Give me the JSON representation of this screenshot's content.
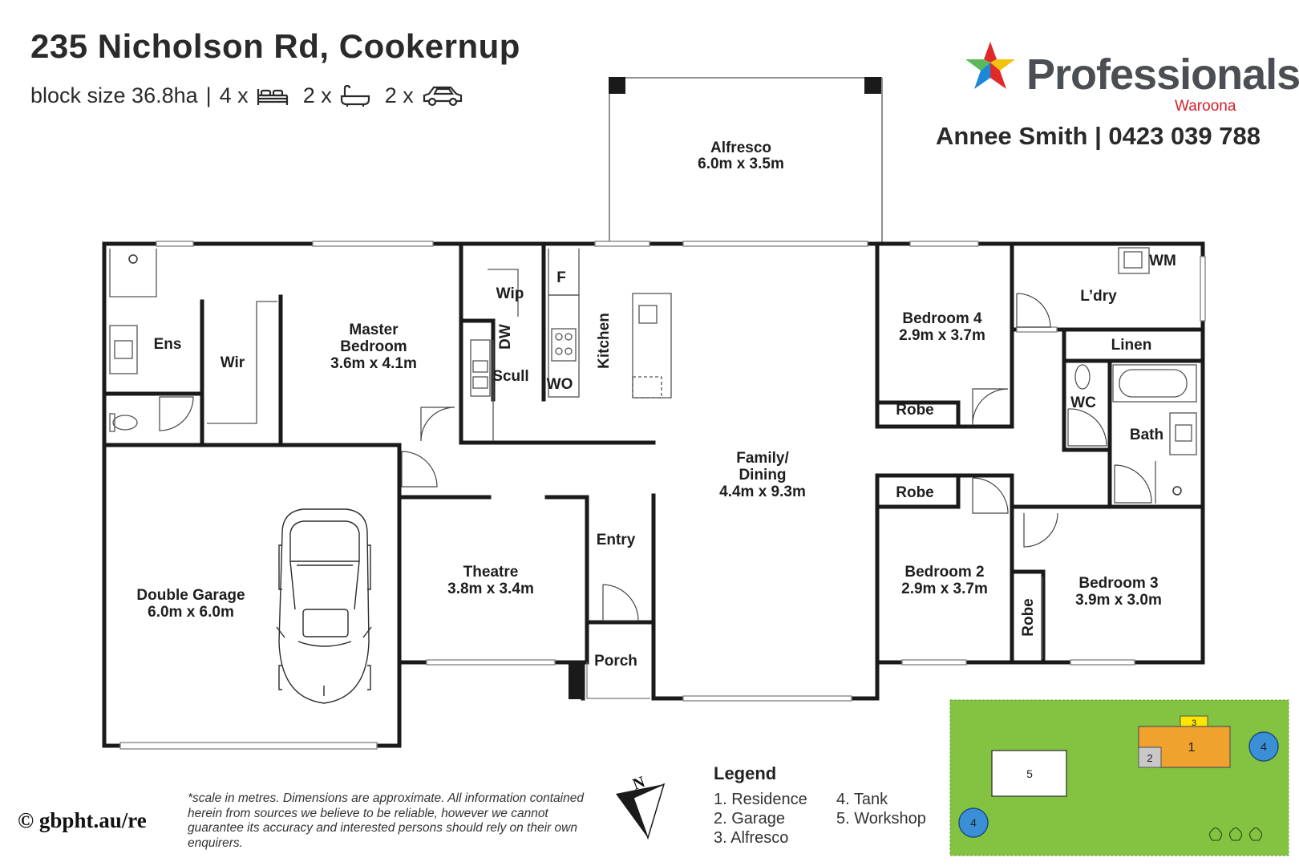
{
  "header": {
    "address": "235 Nicholson Rd, Cookernup",
    "block_prefix": "block size 36.8ha",
    "separator": "|",
    "beds": "4 x",
    "baths": "2 x",
    "cars": "2 x",
    "icons": [
      "bed-icon",
      "bath-icon",
      "car-icon"
    ]
  },
  "brand": {
    "name": "Professionals",
    "sub": "Waroona",
    "agent": "Annee Smith | 0423 039 788",
    "colors": {
      "star_red": "#e02a2a",
      "star_blue": "#1e88d8",
      "star_green": "#5cb85c",
      "star_yellow": "#f4c20d",
      "text": "#4b4e52",
      "sub": "#d5202b"
    }
  },
  "rooms": {
    "alfresco": "Alfresco",
    "alfresco_dim": "6.0m x 3.5m",
    "ens": "Ens",
    "wir": "Wir",
    "master": "Master",
    "master2": "Bedroom",
    "master_dim": "3.6m x 4.1m",
    "wip": "Wip",
    "dw": "DW",
    "scull": "Scull",
    "f": "F",
    "wo": "WO",
    "kitchen": "Kitchen",
    "bed4": "Bedroom 4",
    "bed4_dim": "2.9m x 3.7m",
    "robe_a": "Robe",
    "robe_b": "Robe",
    "robe_c": "Robe",
    "laundry": "L’dry",
    "wm": "WM",
    "linen": "Linen",
    "wc": "WC",
    "bath": "Bath",
    "family": "Family/",
    "family2": "Dining",
    "family_dim": "4.4m x 9.3m",
    "garage": "Double Garage",
    "garage_dim": "6.0m x 6.0m",
    "theatre": "Theatre",
    "theatre_dim": "3.8m x 3.4m",
    "entry": "Entry",
    "porch": "Porch",
    "bed2": "Bedroom 2",
    "bed2_dim": "2.9m x 3.7m",
    "bed3": "Bedroom 3",
    "bed3_dim": "3.9m x 3.0m"
  },
  "compass": {
    "label": "N"
  },
  "legend": {
    "title": "Legend",
    "items": [
      "1. Residence",
      "2. Garage",
      "3. Alfresco",
      "4. Tank",
      "5. Workshop"
    ]
  },
  "site": {
    "markers": {
      "residence": "1",
      "garage": "2",
      "alfresco": "3",
      "tank": "4",
      "workshop": "5"
    },
    "colors": {
      "lawn": "#84c341",
      "residence": "#f0a22e",
      "alfresco": "#ffe600",
      "garage": "#c8c8c8",
      "tank": "#3b8fd6",
      "workshop": "#ffffff"
    }
  },
  "footer": {
    "disclaimer": "*scale in metres. Dimensions are approximate. All information contained herein from sources we believe to be reliable, however we cannot guarantee its accuracy and interested persons should rely on their own enquirers.",
    "copyright": "© gbpht.au/re"
  }
}
